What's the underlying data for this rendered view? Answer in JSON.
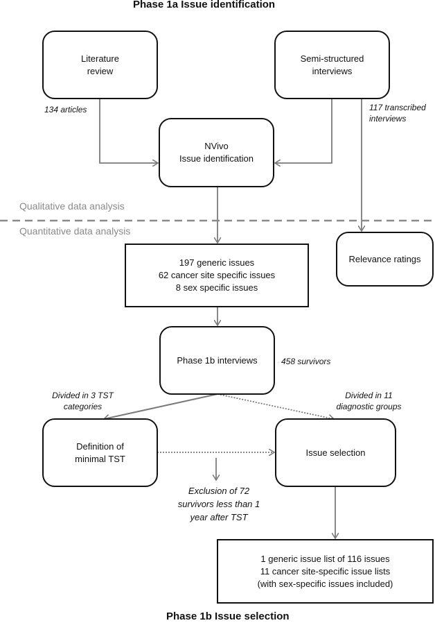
{
  "titles": {
    "top": "Phase 1a Issue identification",
    "bottom": "Phase 1b Issue selection"
  },
  "sections": {
    "qualitative": "Qualitative data analysis",
    "quantitative": "Quantitative data analysis"
  },
  "nodes": {
    "literature": [
      "Literature",
      "review"
    ],
    "semi": [
      "Semi-structured",
      "interviews"
    ],
    "nvivo": [
      "NVivo",
      "Issue identification"
    ],
    "issues": [
      "197 generic issues",
      "62 cancer site specific issues",
      "8 sex specific issues"
    ],
    "relevance": [
      "Relevance ratings"
    ],
    "phase1b": [
      "Phase 1b interviews"
    ],
    "minimal_tst": [
      "Definition of",
      "minimal TST"
    ],
    "issue_selection": [
      "Issue selection"
    ],
    "final": [
      "1 generic issue list  of 116 issues",
      "11 cancer site-specific issue lists",
      "(with sex-specific issues included)"
    ]
  },
  "edge_labels": {
    "articles": [
      "134 articles"
    ],
    "transcribed": [
      "117 transcribed",
      "interviews"
    ],
    "survivors": [
      "458 survivors"
    ],
    "tst_categories": [
      "Divided in 3 TST",
      "categories"
    ],
    "diagnostic_groups": [
      "Divided in 11",
      "diagnostic groups"
    ],
    "exclusion": [
      "Exclusion of 72",
      "survivors less than 1",
      "year after TST"
    ]
  },
  "colors": {
    "box_border": "#111111",
    "arrow": "#7a7a7a",
    "section_text": "#8a8a8a",
    "divider": "#8a8a8a"
  }
}
